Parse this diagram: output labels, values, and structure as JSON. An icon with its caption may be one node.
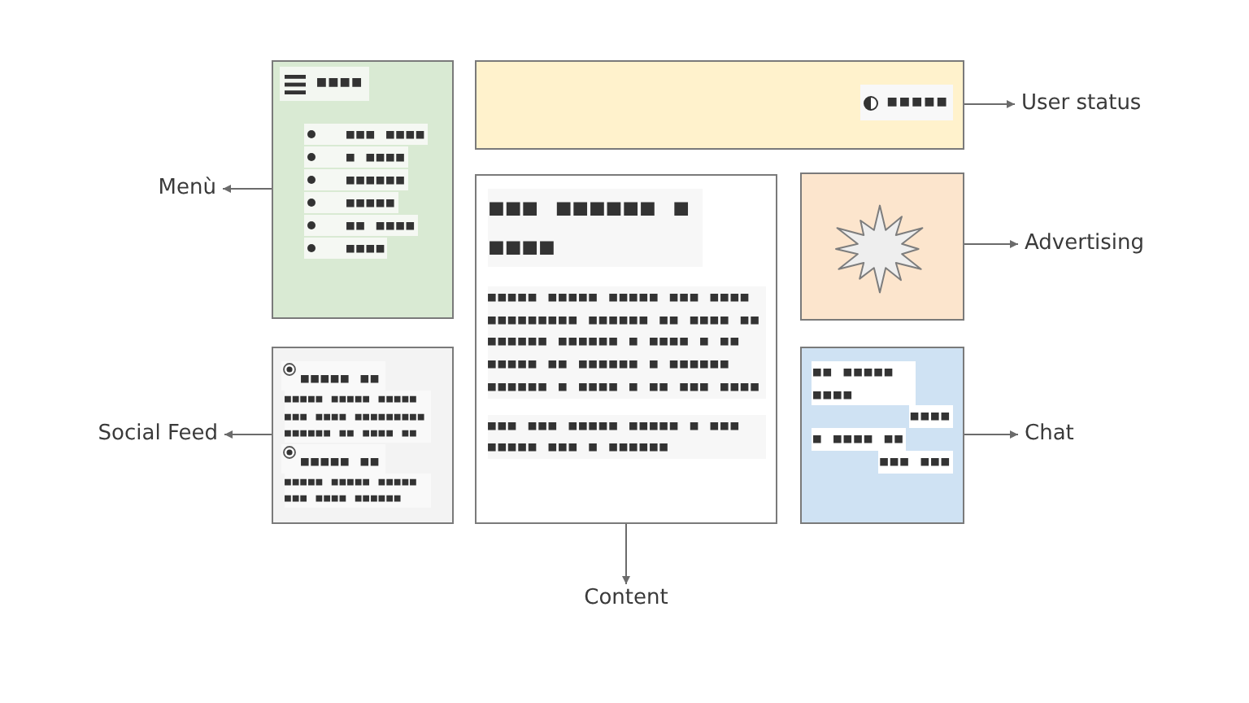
{
  "diagram": {
    "nodes": [
      {
        "text": [
          "■■■■",
          "■■■ ■■■■",
          "■ ■■■■",
          "■■■■■■",
          "■■■■■",
          "■■ ■■■■",
          "■■■■"
        ]
      },
      {
        "text": [
          "■■■■■"
        ]
      },
      {
        "text": [
          "User status"
        ]
      },
      {
        "text": [
          "Menù"
        ]
      },
      {
        "text": [
          "■■■ ■■■■■■ ■ ■■■■",
          "■■■■■ ■■■■■ ■■■■■ ■■■ ■■■■ ■■■■■■■■■ ■■■■■■ ■■ ■■■■ ■■ ■■■■■■ ■■■■■■ ■ ■■■■ ■ ■■ ■■■■■ ■■ ■■■■■■ ■ ■■■■■■ ■■■■■■ ■ ■■■■ ■ ■■ ■■■ ■■■■",
          "■■■ ■■■ ■■■■■ ■■■■■ ■ ■■■ ■■■■■ ■■■ ■ ■■■■■■"
        ]
      },
      {
        "text": [],
        "shape": "box"
      },
      {
        "text": [
          "Advertising"
        ]
      },
      {
        "text": [
          "Social Feed"
        ]
      },
      {
        "text": [
          "■■■■■ ■■",
          "■■■■■ ■■■■■ ■■■■■ ■■■ ■■■■ ■■■■■■■■■ ■■■■■■ ■■ ■■■■ ■■",
          "■■■■■ ■■",
          "■■■■■ ■■■■■ ■■■■■ ■■■ ■■■■ ■■■■■■"
        ]
      },
      {
        "text": [
          "■■ ■■■■■ ■■■■",
          "■■■■",
          "■ ■■■■ ■■",
          "■■■ ■■■"
        ]
      },
      {
        "text": [
          "Chat"
        ]
      },
      {
        "text": [
          "Content"
        ]
      }
    ],
    "edges": [
      {
        "from": 1,
        "to": 2,
        "arrow": "to"
      },
      {
        "from": 0,
        "to": 3,
        "arrow": "to"
      },
      {
        "from": 5,
        "to": 6,
        "arrow": "to"
      },
      {
        "from": 8,
        "to": 7,
        "arrow": "to"
      },
      {
        "from": 9,
        "to": 10,
        "arrow": "to"
      },
      {
        "from": 4,
        "to": 11,
        "arrow": "to"
      }
    ]
  }
}
